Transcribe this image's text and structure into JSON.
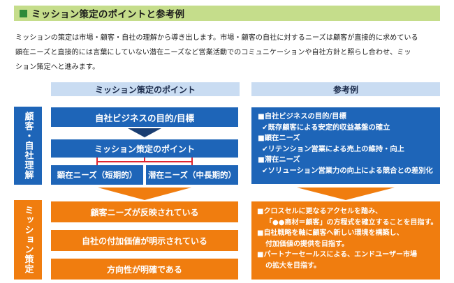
{
  "heading": {
    "title": "ミッション策定のポイントと参考例"
  },
  "intro": {
    "lines": [
      "ミッションの策定は市場・顧客・自社の理解から導き出します。市場・顧客の自社に対するニーズは顧客が直接的に求めている",
      "顕在ニーズと直接的には言葉にしていない潜在ニーズなど営業活動でのコミュニケーションや自社方針と照らし合わせ、ミッ",
      "ション策定へと進みます。"
    ]
  },
  "columns": {
    "points_header": "ミッション策定のポイント",
    "reference_header": "参考例"
  },
  "side_labels": {
    "customer": "顧客・自社理解",
    "mission": "ミッション策定"
  },
  "points": {
    "goal": "自社ビジネスの目的/目標",
    "mission_point": "ミッション策定のポイント",
    "needs_short": "顕在ニーズ（短期的）",
    "needs_mid": "潜在ニーズ（中長期的）",
    "outcomes": [
      "顧客ニーズが反映されている",
      "自社の付加価値が明示されている",
      "方向性が明確である"
    ]
  },
  "reference_blue": [
    {
      "kind": "head",
      "text": "■自社ビジネスの目的/目標"
    },
    {
      "kind": "check",
      "text": "✔既存顧客による安定的収益基盤の確立"
    },
    {
      "kind": "head",
      "text": "■顕在ニーズ"
    },
    {
      "kind": "check",
      "text": "✔リテンション営業による売上の維持・向上"
    },
    {
      "kind": "head",
      "text": "■潜在ニーズ"
    },
    {
      "kind": "check",
      "text": "✔ソリューション営業力の向上による競合との差別化"
    }
  ],
  "reference_orange": [
    {
      "kind": "head",
      "text": "■クロスセルに更なるアクセルを踏み、"
    },
    {
      "kind": "indent",
      "text": "「●●商材＝顧客」の方程式を確立することを目指す。"
    },
    {
      "kind": "head",
      "text": "■自社戦略を軸に顧客へ新しい環境を構築し、"
    },
    {
      "kind": "indent",
      "text": "付加価値の提供を目指す。"
    },
    {
      "kind": "head",
      "text": "■パートナーセールスによる、エンドユーザー市場"
    },
    {
      "kind": "indent",
      "text": "の拡大を目指す。"
    }
  ],
  "colors": {
    "blue": "#1e65b8",
    "orange": "#f07d0f",
    "light_blue": "#c9dcf2",
    "heading_green": "#c5dd8b",
    "red_connector": "#e0262f"
  }
}
